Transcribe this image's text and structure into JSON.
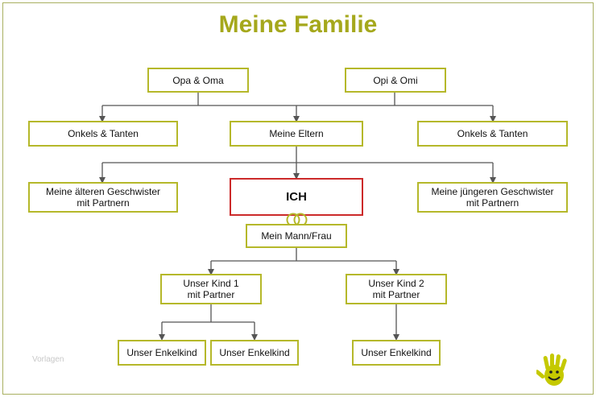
{
  "title": "Meine Familie",
  "nodes": {
    "opa_oma": "Opa & Oma",
    "opi_omi": "Opi & Omi",
    "onkels_left": "Onkels & Tanten",
    "meine_eltern": "Meine Eltern",
    "onkels_right": "Onkels & Tanten",
    "aeltere_l1": "Meine älteren Geschwister",
    "aeltere_l2": "mit Partnern",
    "ich": "ICH",
    "juengere_l1": "Meine jüngeren Geschwister",
    "juengere_l2": "mit Partnern",
    "mann_frau": "Mein Mann/Frau",
    "kind1_l1": "Unser Kind 1",
    "kind1_l2": "mit Partner",
    "kind2_l1": "Unser Kind 2",
    "kind2_l2": "mit Partner",
    "enkel1": "Unser Enkelkind",
    "enkel2": "Unser Enkelkind",
    "enkel3": "Unser Enkelkind"
  },
  "watermark": "Vorlagen",
  "colors": {
    "title": "#a5a81c",
    "box_border": "#b5b82a",
    "ich_border": "#cc2a2a",
    "connector": "#555555",
    "logo": "#c5c900"
  },
  "icons": [
    "rings-icon",
    "hand-logo-icon"
  ]
}
